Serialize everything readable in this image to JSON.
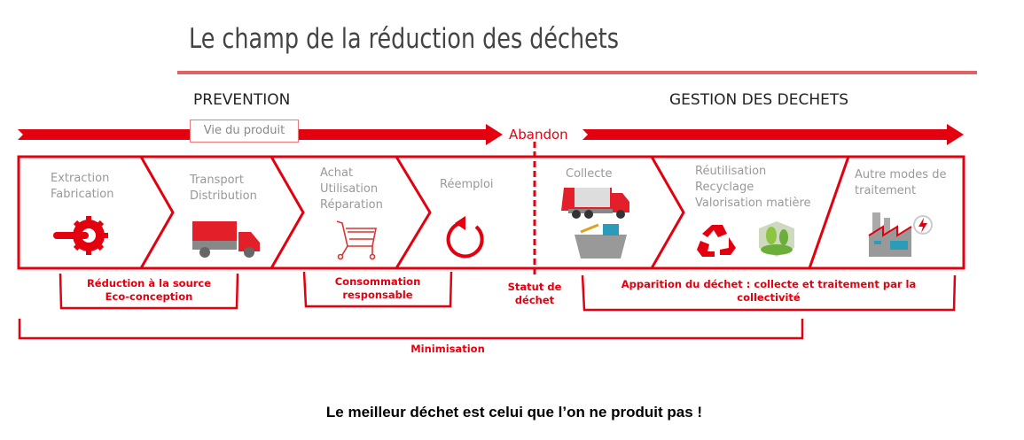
{
  "title": "Le champ de la réduction des déchets",
  "sections": {
    "prevention": "PREVENTION",
    "gestion": "GESTION DES DECHETS"
  },
  "arrow": {
    "vie": "Vie du produit",
    "abandon": "Abandon"
  },
  "steps": [
    {
      "lines": [
        "Extraction",
        "Fabrication"
      ],
      "icon": "gear-wrench-icon"
    },
    {
      "lines": [
        "Transport",
        "Distribution"
      ],
      "icon": "truck-icon"
    },
    {
      "lines": [
        "Achat",
        "Utilisation",
        "Réparation"
      ],
      "icon": "shopping-cart-icon"
    },
    {
      "lines": [
        "Réemploi"
      ],
      "icon": "reuse-cycle-icon"
    },
    {
      "lines": [
        "Collecte"
      ],
      "icon": "garbage-truck-icon"
    },
    {
      "lines": [
        "Réutilisation",
        "Recyclage",
        "Valorisation matière"
      ],
      "icon": "recycle-icon"
    },
    {
      "lines": [
        "Autre modes de",
        "traitement"
      ],
      "icon": "factory-icon"
    }
  ],
  "brackets": {
    "reduction": [
      "Réduction à la source",
      "Eco-conception"
    ],
    "consommation": [
      "Consommation",
      "responsable"
    ],
    "statut": [
      "Statut de",
      "déchet"
    ],
    "apparition": [
      "Apparition du déchet : collecte et traitement par la",
      "collectivité"
    ],
    "minimisation": "Minimisation"
  },
  "quote": "Le meilleur déchet est celui que l’on ne produit pas !",
  "colors": {
    "red": "#e3000f",
    "underline": "#e06363"
  }
}
